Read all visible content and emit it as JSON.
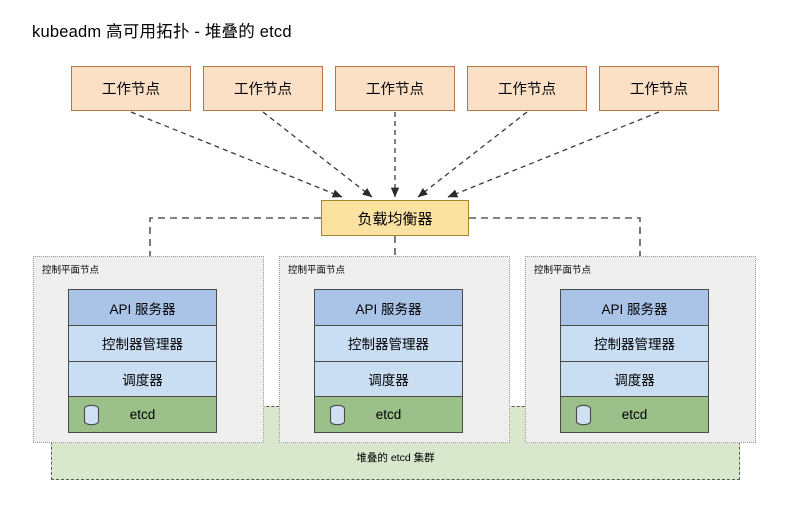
{
  "diagram": {
    "title": "kubeadm 高可用拓扑 - 堆叠的 etcd",
    "type": "architecture-topology"
  },
  "workers": {
    "label": "工作节点",
    "nodes": [
      {
        "label": "工作节点"
      },
      {
        "label": "工作节点"
      },
      {
        "label": "工作节点"
      },
      {
        "label": "工作节点"
      },
      {
        "label": "工作节点"
      }
    ]
  },
  "load_balancer": {
    "label": "负载均衡器"
  },
  "control_planes": [
    {
      "label": "控制平面节点",
      "components": [
        {
          "name": "api-server",
          "label": "API 服务器"
        },
        {
          "name": "controller-manager",
          "label": "控制器管理器"
        },
        {
          "name": "scheduler",
          "label": "调度器"
        },
        {
          "name": "etcd",
          "label": "etcd",
          "icon": "database-cylinder-icon"
        }
      ]
    },
    {
      "label": "控制平面节点",
      "components": [
        {
          "name": "api-server",
          "label": "API 服务器"
        },
        {
          "name": "controller-manager",
          "label": "控制器管理器"
        },
        {
          "name": "scheduler",
          "label": "调度器"
        },
        {
          "name": "etcd",
          "label": "etcd",
          "icon": "database-cylinder-icon"
        }
      ]
    },
    {
      "label": "控制平面节点",
      "components": [
        {
          "name": "api-server",
          "label": "API 服务器"
        },
        {
          "name": "controller-manager",
          "label": "控制器管理器"
        },
        {
          "name": "scheduler",
          "label": "调度器"
        },
        {
          "name": "etcd",
          "label": "etcd",
          "icon": "database-cylinder-icon"
        }
      ]
    }
  ],
  "etcd_cluster": {
    "label": "堆叠的 etcd 集群"
  },
  "colors": {
    "worker_fill": "#fbe0c6",
    "worker_border": "#b4744a",
    "load_balancer_fill": "#fbe2a0",
    "load_balancer_border": "#a8842c",
    "api_server_fill": "#aac4e8",
    "controller_fill": "#c9ddf3",
    "scheduler_fill": "#c9ddf3",
    "etcd_fill": "#9cc089",
    "etcd_cluster_fill": "#d9e8cd",
    "control_plane_fill": "#efefef",
    "connector": "#555555",
    "background": "#ffffff"
  }
}
